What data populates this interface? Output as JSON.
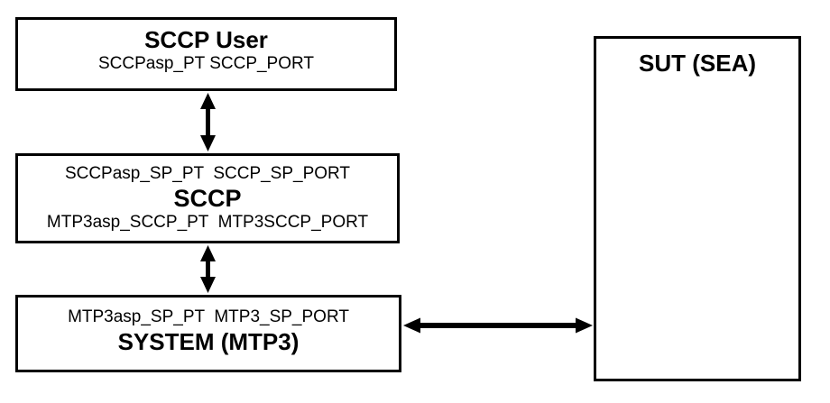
{
  "diagram": {
    "background_color": "#ffffff",
    "line_color": "#000000",
    "boxes": {
      "sccp_user": {
        "title": "SCCP User",
        "ports": "SCCPasp_PT SCCP_PORT"
      },
      "sccp": {
        "upper_ports": "SCCPasp_SP_PT  SCCP_SP_PORT",
        "title": "SCCP",
        "lower_ports": "MTP3asp_SCCP_PT  MTP3SCCP_PORT"
      },
      "system_mtp3": {
        "upper_ports": "MTP3asp_SP_PT  MTP3_SP_PORT",
        "title": "SYSTEM (MTP3)"
      },
      "sut": {
        "title": "SUT (SEA)"
      }
    },
    "connections": [
      {
        "from": "sccp_user",
        "to": "sccp",
        "type": "bidirectional-arrow",
        "orientation": "vertical"
      },
      {
        "from": "sccp",
        "to": "system_mtp3",
        "type": "bidirectional-arrow",
        "orientation": "vertical"
      },
      {
        "from": "system_mtp3",
        "to": "sut",
        "type": "bidirectional-arrow",
        "orientation": "horizontal"
      }
    ]
  }
}
